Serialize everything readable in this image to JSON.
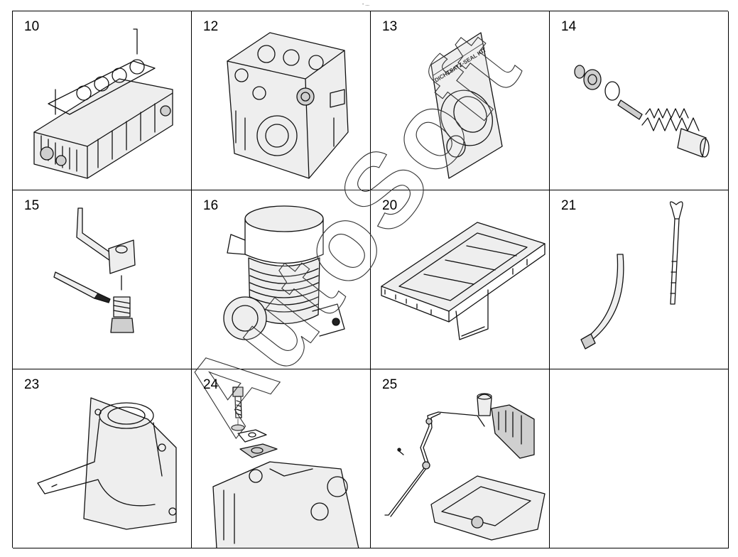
{
  "header_mark": "- ...",
  "cells": [
    {
      "number": "10",
      "part": "engine-block"
    },
    {
      "number": "12",
      "part": "crankcase-block"
    },
    {
      "number": "13",
      "part": "seal-kit-bag",
      "bag_label": "DICHTSATZ-SEAL KIT"
    },
    {
      "number": "14",
      "part": "valve-spring-assembly"
    },
    {
      "number": "15",
      "part": "banjo-pipe-with-sealant"
    },
    {
      "number": "16",
      "part": "cylinder-housing"
    },
    {
      "number": "20",
      "part": "oil-sump-frame"
    },
    {
      "number": "21",
      "part": "dipstick-and-guide-tube"
    },
    {
      "number": "23",
      "part": "elbow-flange-pipe"
    },
    {
      "number": "24",
      "part": "cover-bolt-and-gaskets"
    },
    {
      "number": "25",
      "part": "oil-line-and-pan"
    },
    {
      "number": "",
      "part": "empty"
    }
  ],
  "watermark": "AutoSoft"
}
